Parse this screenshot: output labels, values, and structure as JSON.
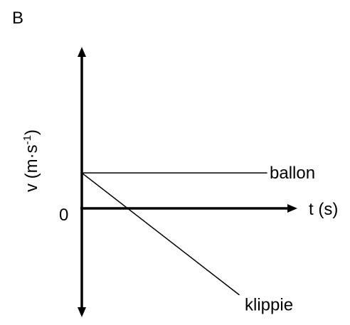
{
  "chart_data": {
    "type": "line",
    "panel_label": "B",
    "xlabel": "t (s)",
    "ylabel_main": "v (m·s",
    "ylabel_sup": "-1",
    "ylabel_close": ")",
    "origin_label": "0",
    "xlim": [
      0,
      10
    ],
    "ylim": [
      -4.4,
      5.7
    ],
    "series": [
      {
        "name": "ballon",
        "x": [
          0,
          10
        ],
        "y": [
          1,
          1
        ]
      },
      {
        "name": "klippie",
        "x": [
          0,
          8.5
        ],
        "y": [
          1,
          -3.65
        ]
      }
    ],
    "colors": {
      "axis": "#000000",
      "series": "#000000"
    }
  }
}
